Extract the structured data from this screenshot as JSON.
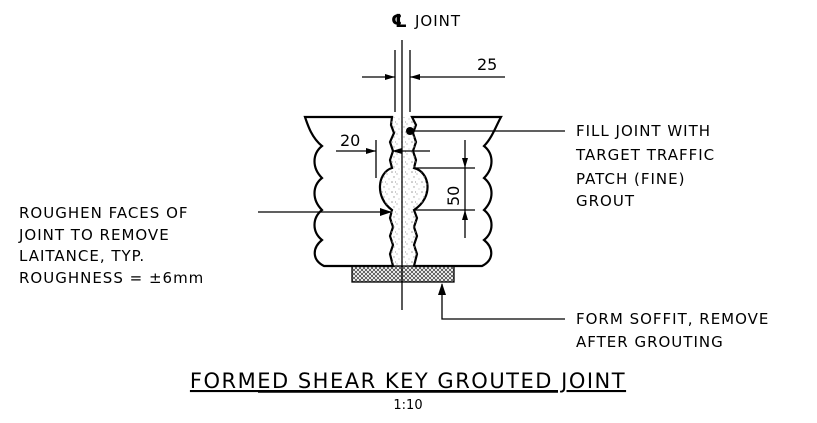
{
  "drawing": {
    "centerline_symbol": "℄",
    "centerline_label": "JOINT",
    "dimensions": {
      "joint_width": "25",
      "key_depth": "20",
      "key_height": "50"
    },
    "notes": {
      "fill": [
        "FILL JOINT WITH",
        "TARGET TRAFFIC",
        "PATCH (FINE)",
        "GROUT"
      ],
      "roughen": [
        "ROUGHEN FACES OF",
        "JOINT TO REMOVE",
        "LAITANCE, TYP.",
        "ROUGHNESS = ±6mm"
      ],
      "soffit": [
        "FORM SOFFIT, REMOVE",
        "AFTER GROUTING"
      ]
    },
    "title": "FORMED SHEAR KEY GROUTED JOINT",
    "scale": "1:10"
  }
}
